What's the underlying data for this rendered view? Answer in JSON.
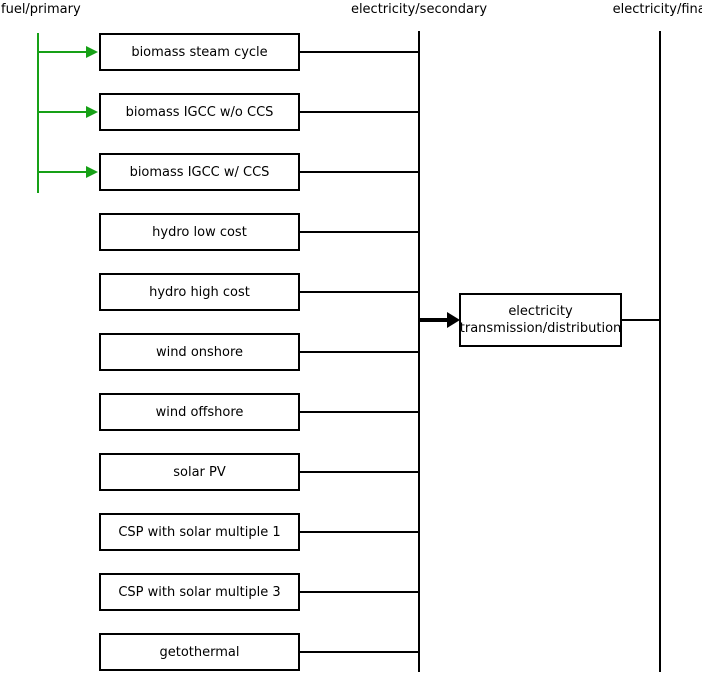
{
  "columns": {
    "primary": "fuel/primary",
    "secondary": "electricity/secondary",
    "final": "electricity/final"
  },
  "technologies": [
    {
      "label": "biomass steam cycle",
      "fuel_input": true
    },
    {
      "label": "biomass IGCC w/o CCS",
      "fuel_input": true
    },
    {
      "label": "biomass IGCC w/ CCS",
      "fuel_input": true
    },
    {
      "label": "hydro low cost",
      "fuel_input": false
    },
    {
      "label": "hydro high cost",
      "fuel_input": false
    },
    {
      "label": "wind onshore",
      "fuel_input": false
    },
    {
      "label": "wind offshore",
      "fuel_input": false
    },
    {
      "label": "solar PV",
      "fuel_input": false
    },
    {
      "label": "CSP with solar multiple 1",
      "fuel_input": false
    },
    {
      "label": "CSP with solar multiple 3",
      "fuel_input": false
    },
    {
      "label": "getothermal",
      "fuel_input": false
    }
  ],
  "hub": {
    "label_lines": [
      "electricity",
      "transmission/distribution"
    ]
  },
  "colors": {
    "line_black": "#000000",
    "fuel_flow_green": "#16a016",
    "background": "#ffffff"
  }
}
